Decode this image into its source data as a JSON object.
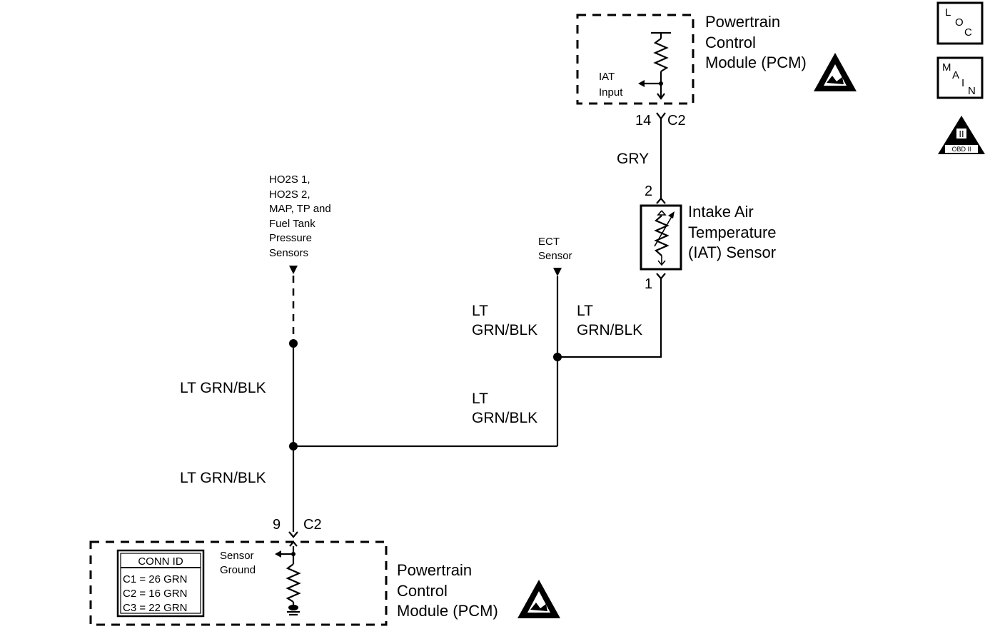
{
  "pcm_top": {
    "name_lines": [
      "Powertrain",
      "Control",
      "Module (PCM)"
    ],
    "input_lines": [
      "IAT",
      "Input"
    ]
  },
  "connector_top": {
    "pin": "14",
    "conn": "C2"
  },
  "wire_gry": "GRY",
  "iat_sensor": {
    "pin_top": "2",
    "pin_bottom": "1",
    "name_lines": [
      "Intake Air",
      "Temperature",
      "(IAT) Sensor"
    ]
  },
  "ect_sensor": {
    "lines": [
      "ECT",
      "Sensor"
    ]
  },
  "ho2s_sensors": {
    "lines": [
      "HO2S 1,",
      "HO2S 2,",
      "MAP, TP and",
      "Fuel Tank",
      "Pressure",
      "Sensors"
    ]
  },
  "wires": {
    "iat_ground": [
      "LT",
      "GRN/BLK"
    ],
    "ect_left": [
      "LT",
      "GRN/BLK"
    ],
    "ect_lower": [
      "LT",
      "GRN/BLK"
    ],
    "ho2s_mid": "LT GRN/BLK",
    "main_lower": "LT GRN/BLK"
  },
  "connector_bottom": {
    "pin": "9",
    "conn": "C2"
  },
  "pcm_bottom": {
    "name_lines": [
      "Powertrain",
      "Control",
      "Module (PCM)"
    ],
    "ground_lines": [
      "Sensor",
      "Ground"
    ]
  },
  "conn_id_table": {
    "header": "CONN ID",
    "rows": [
      "C1 = 26 GRN",
      "C2 = 16 GRN",
      "C3 = 22 GRN"
    ]
  },
  "badges": {
    "loc": [
      "L",
      "O",
      "C"
    ],
    "main": [
      "M",
      "A",
      "I",
      "N"
    ],
    "obd": {
      "roman": "II",
      "label": "OBD II"
    }
  }
}
